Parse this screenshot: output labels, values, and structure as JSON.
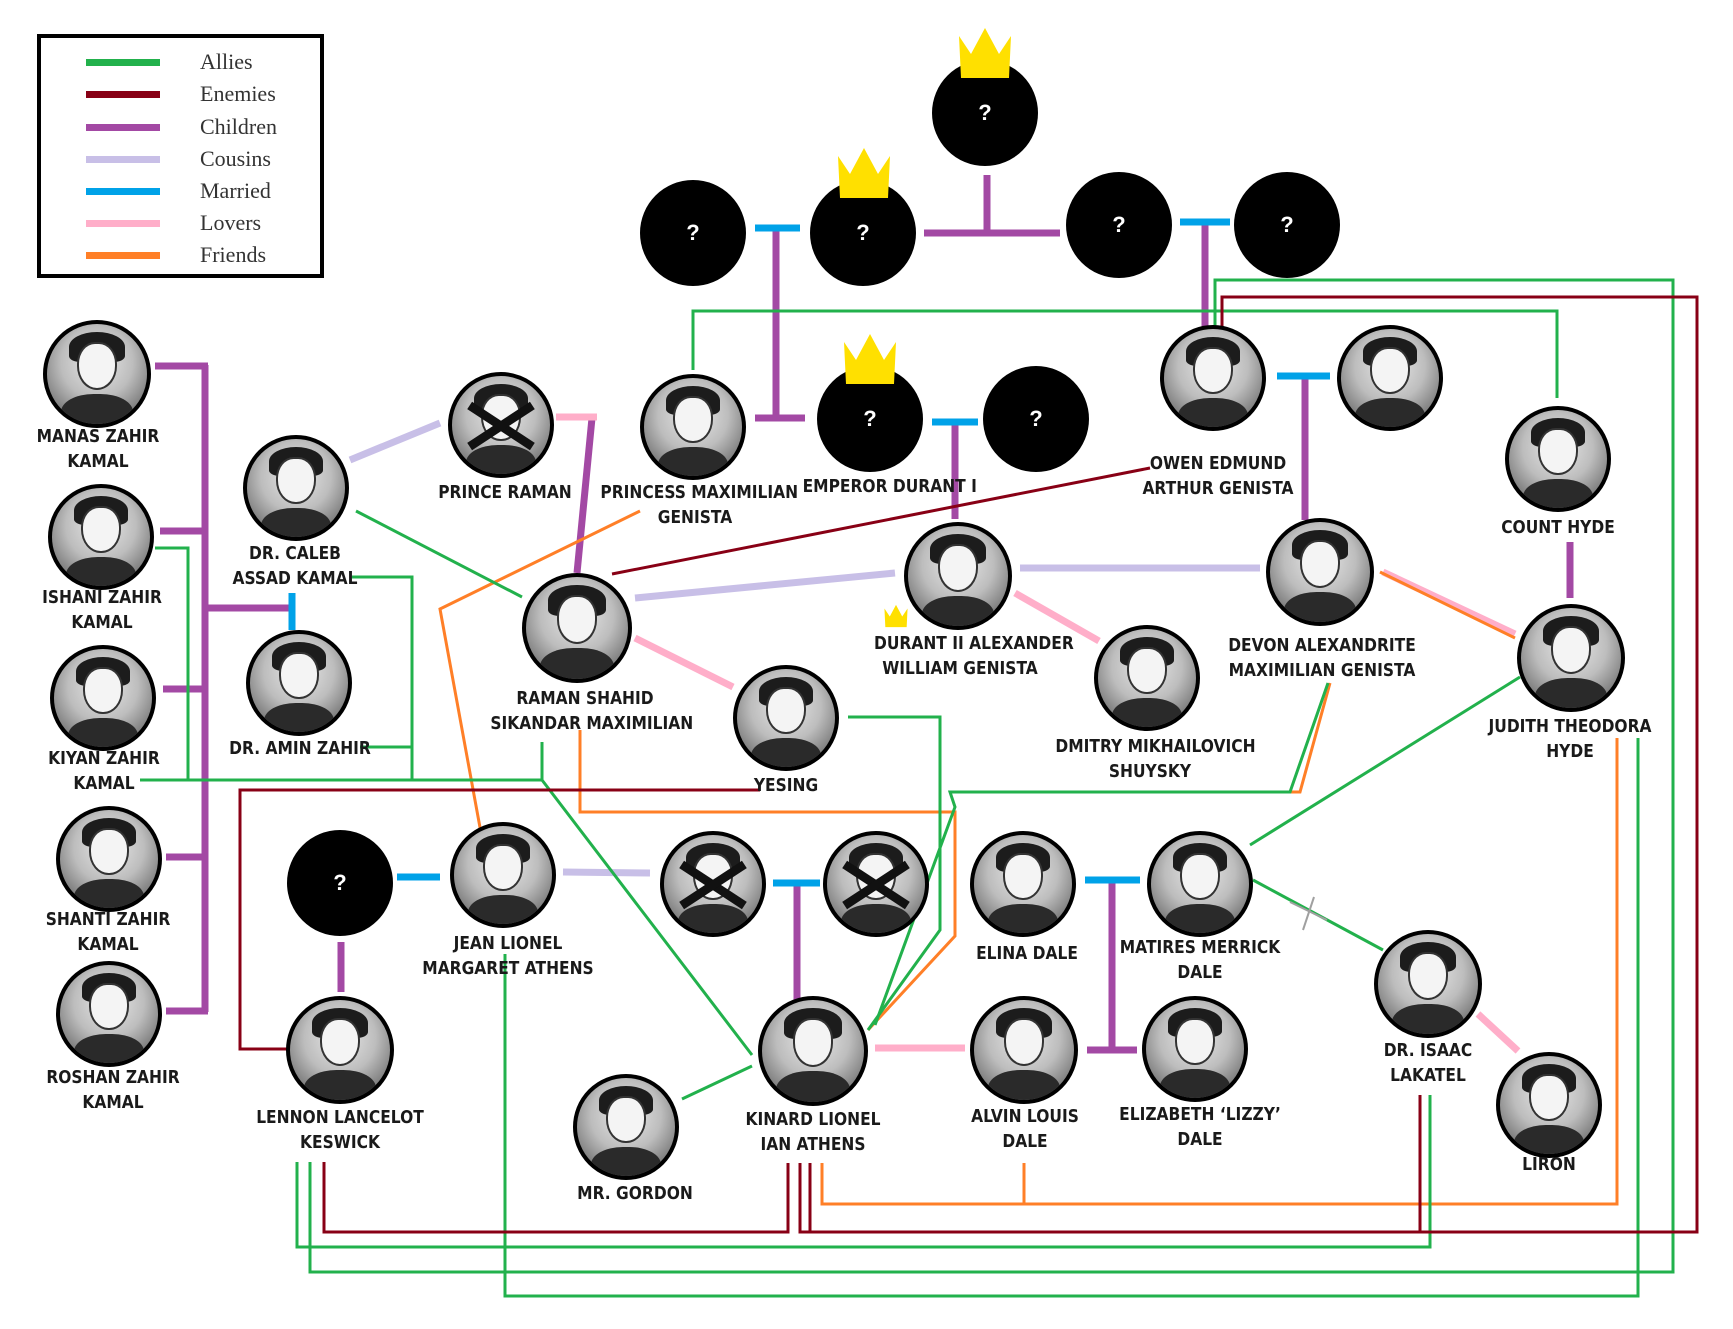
{
  "legend": {
    "items": [
      {
        "label": "Allies",
        "color": "#22b14c"
      },
      {
        "label": "Enemies",
        "color": "#880015"
      },
      {
        "label": "Children",
        "color": "#a349a4"
      },
      {
        "label": "Cousins",
        "color": "#c8bfe7"
      },
      {
        "label": "Married",
        "color": "#00a2e8"
      },
      {
        "label": "Lovers",
        "color": "#ffaec9"
      },
      {
        "label": "Friends",
        "color": "#ff7f27"
      }
    ]
  },
  "colors": {
    "allies": "#22b14c",
    "enemies": "#880015",
    "children": "#a349a4",
    "cousins": "#c8bfe7",
    "married": "#00a2e8",
    "lovers": "#ffaec9",
    "friends": "#ff7f27",
    "crown": "#ffe000"
  },
  "unknown_label": "?",
  "characters": {
    "manas": {
      "line1": "MANAS ZAHIR",
      "line2": "KAMAL"
    },
    "ishani": {
      "line1": "ISHANI ZAHIR",
      "line2": "KAMAL"
    },
    "kiyan": {
      "line1": "KIYAN ZAHIR",
      "line2": "KAMAL"
    },
    "shanti": {
      "line1": "SHANTI ZAHIR",
      "line2": "KAMAL"
    },
    "roshan": {
      "line1": "ROSHAN ZAHIR",
      "line2": "KAMAL"
    },
    "caleb": {
      "line1": "DR. CALEB",
      "line2": "ASSAD KAMAL"
    },
    "amin": {
      "line1": "DR. AMIN ZAHIR",
      "line2": ""
    },
    "prince_raman": {
      "line1": "PRINCE RAMAN",
      "line2": ""
    },
    "princess_max": {
      "line1": "PRINCESS MAXIMILIAN",
      "line2": "GENISTA"
    },
    "emperor": {
      "line1": "EMPEROR DURANT I",
      "line2": ""
    },
    "owen": {
      "line1": "OWEN EDMUND",
      "line2": "ARTHUR GENISTA"
    },
    "count_hyde": {
      "line1": "COUNT HYDE",
      "line2": ""
    },
    "raman_shahid": {
      "line1": "RAMAN SHAHID",
      "line2": "SIKANDAR MAXIMILIAN"
    },
    "durant2": {
      "line1": "DURANT II ALEXANDER",
      "line2": "WILLIAM GENISTA"
    },
    "devon": {
      "line1": "DEVON ALEXANDRITE",
      "line2": "MAXIMILIAN GENISTA"
    },
    "judith": {
      "line1": "JUDITH THEODORA",
      "line2": "HYDE"
    },
    "yesing": {
      "line1": "YESING",
      "line2": ""
    },
    "dmitry": {
      "line1": "DMITRY MIKHAILOVICH",
      "line2": "SHUYSKY"
    },
    "jean": {
      "line1": "JEAN LIONEL",
      "line2": "MARGARET ATHENS"
    },
    "elina": {
      "line1": "ELINA DALE",
      "line2": ""
    },
    "matires": {
      "line1": "MATIRES MERRICK",
      "line2": "DALE"
    },
    "isaac": {
      "line1": "DR. ISAAC",
      "line2": "LAKATEL"
    },
    "lennon": {
      "line1": "LENNON LANCELOT",
      "line2": "KESWICK"
    },
    "kinard": {
      "line1": "KINARD LIONEL",
      "line2": "IAN ATHENS"
    },
    "alvin": {
      "line1": "ALVIN LOUIS",
      "line2": "DALE"
    },
    "lizzy": {
      "line1": "ELIZABETH ‘LIZZY’",
      "line2": "DALE"
    },
    "liron": {
      "line1": "LIRON",
      "line2": ""
    },
    "gordon": {
      "line1": "MR. GORDON",
      "line2": ""
    }
  }
}
